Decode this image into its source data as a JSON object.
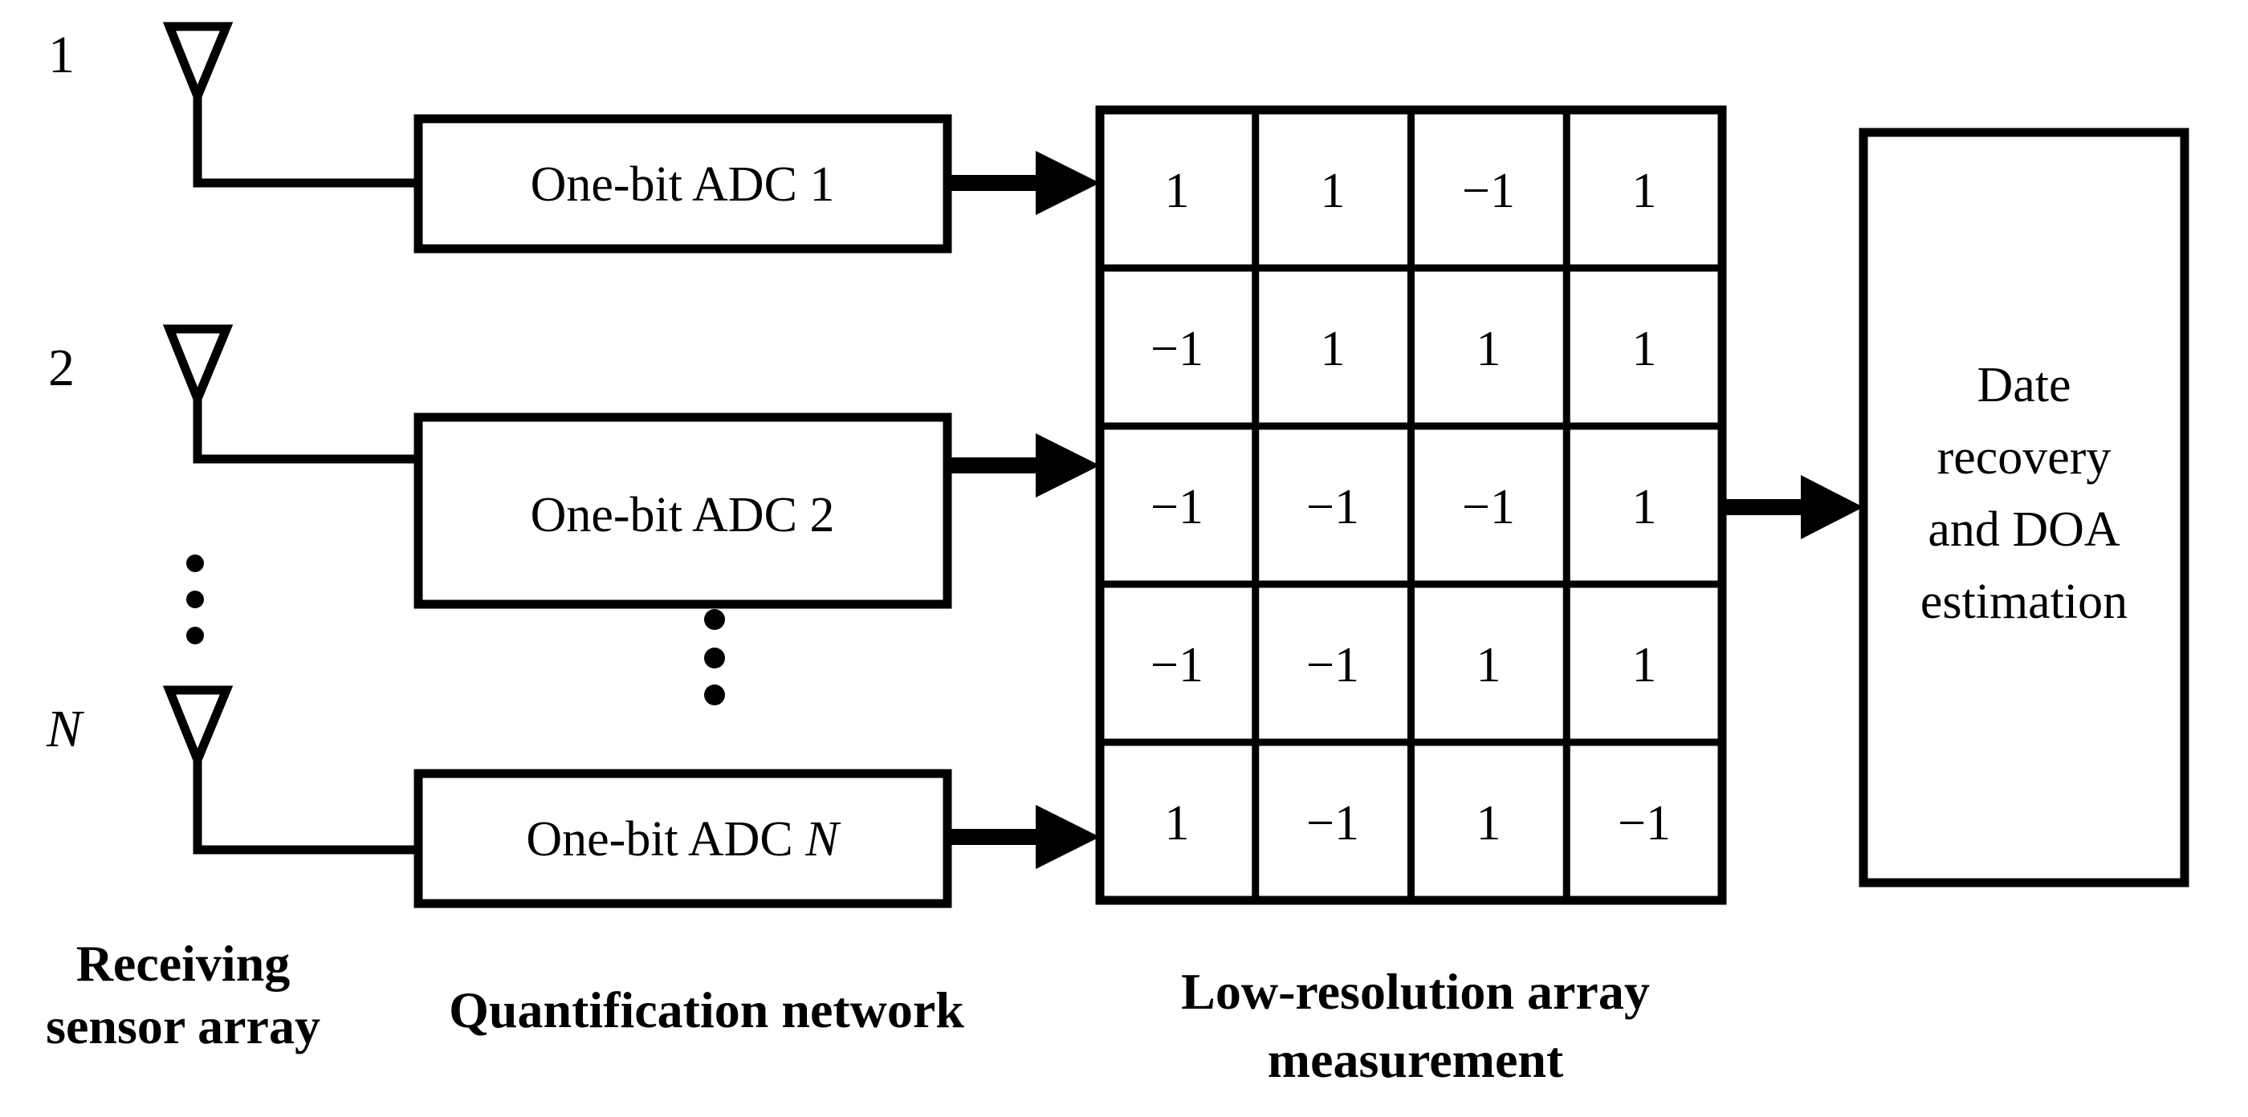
{
  "diagram": {
    "title": "One-bit ADC receiving array signal processing chain",
    "background_color": "#ffffff",
    "line_color": "#000000",
    "antenna_labels": [
      {
        "text": "1",
        "italic": false
      },
      {
        "text": "2",
        "italic": false
      },
      {
        "text": "N",
        "italic": true
      }
    ],
    "adc_blocks": [
      {
        "prefix": "One-bit ADC ",
        "suffix": "1",
        "suffix_italic": false
      },
      {
        "prefix": "One-bit ADC ",
        "suffix": "2",
        "suffix_italic": false
      },
      {
        "prefix": "One-bit ADC ",
        "suffix": "N",
        "suffix_italic": true
      }
    ],
    "matrix": {
      "rows": 5,
      "cols": 4,
      "values": [
        [
          "1",
          "1",
          "−1",
          "1"
        ],
        [
          "−1",
          "1",
          "1",
          "1"
        ],
        [
          "−1",
          "−1",
          "−1",
          "1"
        ],
        [
          "−1",
          "−1",
          "1",
          "1"
        ],
        [
          "1",
          "−1",
          "1",
          "−1"
        ]
      ]
    },
    "result_block": {
      "lines": [
        "Date",
        "recovery",
        "and DOA",
        "estimation"
      ]
    },
    "vertical_ellipsis_count": 3,
    "captions": [
      {
        "lines": [
          "Receiving",
          "sensor array"
        ]
      },
      {
        "lines": [
          "Quantification network"
        ]
      },
      {
        "lines": [
          "Low-resolution array",
          "measurement"
        ]
      }
    ]
  }
}
